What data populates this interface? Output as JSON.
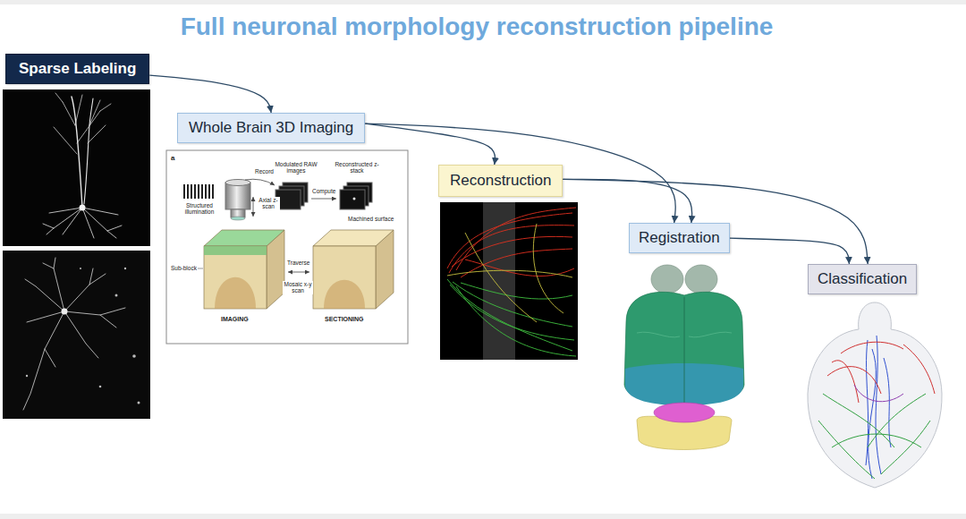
{
  "diagram": {
    "title": "Full neuronal morphology reconstruction pipeline",
    "nodes": [
      {
        "text": [
          "Sparse Labeling"
        ]
      },
      {
        "text": [
          "Whole Brain 3D Imaging"
        ]
      },
      {
        "text": [
          "Reconstruction"
        ]
      },
      {
        "text": [
          "Registration"
        ]
      },
      {
        "text": [
          "Classification"
        ]
      }
    ],
    "edges": [
      {
        "from": 0,
        "to": 1,
        "arrow": "to"
      },
      {
        "from": 1,
        "to": 2,
        "arrow": "to"
      },
      {
        "from": 1,
        "to": 3,
        "arrow": "to"
      },
      {
        "from": 2,
        "to": 3,
        "arrow": "to"
      },
      {
        "from": 2,
        "to": 4,
        "arrow": "to"
      },
      {
        "from": 3,
        "to": 4,
        "arrow": "to"
      }
    ],
    "labels": [
      "a",
      "Modulated RAW images",
      "Reconstructed z-stack",
      "Record",
      "Compute",
      "Structured illumination",
      "Axial z-scan",
      "Sub-block",
      "Machined surface",
      "Traverse",
      "Mosaic x-y scan",
      "IMAGING",
      "SECTIONING"
    ]
  }
}
